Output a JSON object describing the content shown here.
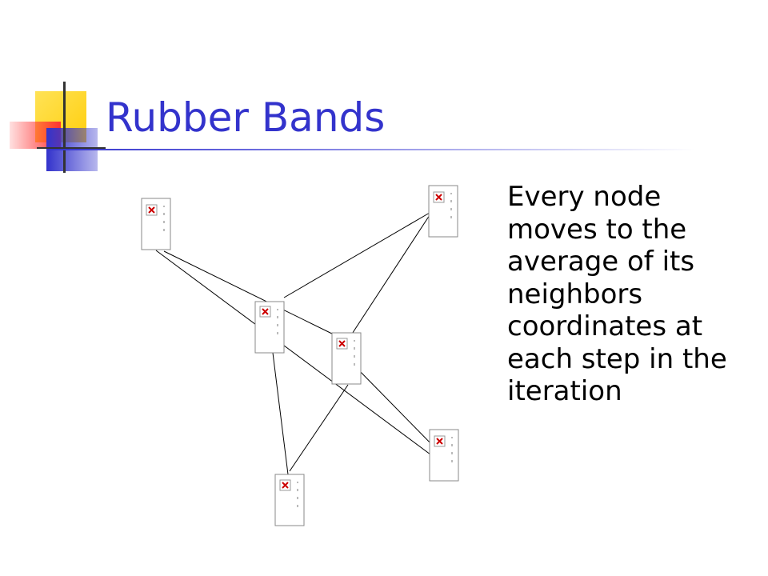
{
  "slide": {
    "title": "Rubber Bands",
    "body": "Every node moves to the average of its neighbors coordinates at each step in the iteration"
  },
  "colors": {
    "title": "#3333CC",
    "deco_yellow": "#FFCC00",
    "deco_red": "#FF3333",
    "deco_blue": "#3333CC"
  },
  "diagram": {
    "node_icon": "broken-image-icon",
    "node_count": 6,
    "edge_count": 7
  }
}
